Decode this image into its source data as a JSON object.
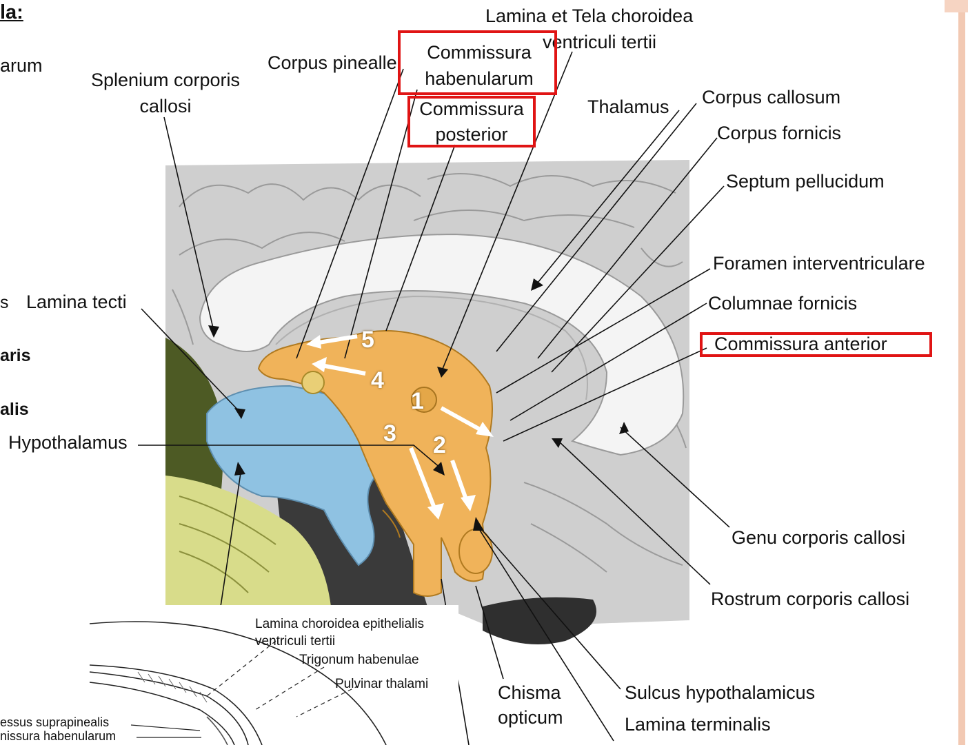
{
  "colors": {
    "brain_gray": "#c9c9c9",
    "diencephalon_orange": "#f0b35a",
    "midbrain_blue": "#8fc2e2",
    "cerebellum_yellow": "#d8dc8a",
    "highlight_red": "#e01414",
    "arrow_white": "#ffffff"
  },
  "partial_left": {
    "title_fragment": "la:",
    "text_arum": "arum",
    "text_s": "s",
    "text_aris": "aris",
    "text_alis": "alis"
  },
  "labels": {
    "lamina_tela_line1": "Lamina et Tela choroidea",
    "lamina_tela_line2": "ventriculi tertii",
    "corpus_pineale": "Corpus pinealle",
    "commissura_habenularum_1": "Commissura",
    "commissura_habenularum_2": "habenularum",
    "commissura_posterior_1": "Commissura",
    "commissura_posterior_2": "posterior",
    "splenium_1": "Splenium corporis",
    "splenium_2": "callosi",
    "thalamus": "Thalamus",
    "corpus_callosum": "Corpus callosum",
    "corpus_fornicis": "Corpus fornicis",
    "septum_pellucidum": "Septum pellucidum",
    "foramen_interventriculare": "Foramen interventriculare",
    "columnae_fornicis": "Columnae fornicis",
    "commissura_anterior": "Commissura anterior",
    "lamina_tecti": "Lamina tecti",
    "hypothalamus": "Hypothalamus",
    "genu": "Genu corporis callosi",
    "rostrum": "Rostrum corporis callosi",
    "sulcus_hypothalamicus": "Sulcus hypothalamicus",
    "lamina_terminalis": "Lamina terminalis",
    "chisma_1": "Chisma",
    "chisma_2": "opticum"
  },
  "numbers": [
    "1",
    "2",
    "3",
    "4",
    "5"
  ],
  "inset": {
    "lamina_choroidea_1": "Lamina choroidea epithelialis",
    "lamina_choroidea_2": "ventriculi tertii",
    "trigonum": "Trigonum habenulae",
    "pulvinar": "Pulvinar thalami",
    "recessus": "essus suprapinealis",
    "commissura": "nissura habenularum"
  }
}
